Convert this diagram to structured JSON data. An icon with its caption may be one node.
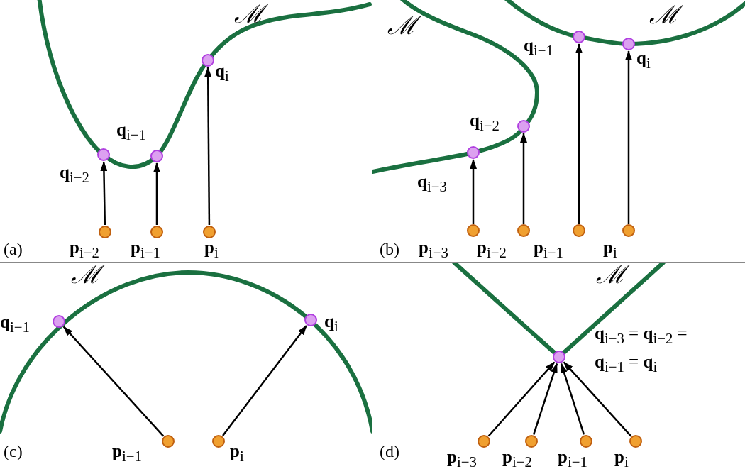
{
  "diagram": {
    "nodes": [
      {
        "text": [
          "ℳ",
          "(a)"
        ]
      },
      {
        "text": [],
        "shape": "circle",
        "in": 0,
        "beside": [
          "**p**$_{i−2}$"
        ]
      },
      {
        "text": [],
        "shape": "circle",
        "in": 0,
        "beside": [
          "**p**$_{i−1}$"
        ]
      },
      {
        "text": [],
        "shape": "circle",
        "in": 0,
        "beside": [
          "**p**$_{i}$"
        ]
      },
      {
        "text": [],
        "shape": "circle",
        "in": 0,
        "beside": [
          "**q**$_{i−2}$"
        ]
      },
      {
        "text": [],
        "shape": "circle",
        "in": 0,
        "beside": [
          "**q**$_{i−1}$"
        ]
      },
      {
        "text": [],
        "shape": "circle",
        "in": 0,
        "beside": [
          "**q**$_{i}$"
        ]
      },
      {
        "text": [
          "ℳ",
          "ℳ",
          "(b)"
        ]
      },
      {
        "text": [],
        "shape": "circle",
        "in": 7,
        "beside": [
          "**p**$_{i−3}$"
        ]
      },
      {
        "text": [],
        "shape": "circle",
        "in": 7,
        "beside": [
          "**p**$_{i−2}$"
        ]
      },
      {
        "text": [],
        "shape": "circle",
        "in": 7,
        "beside": [
          "**p**$_{i−1}$"
        ]
      },
      {
        "text": [],
        "shape": "circle",
        "in": 7,
        "beside": [
          "**p**$_{i}$"
        ]
      },
      {
        "text": [],
        "shape": "circle",
        "in": 7,
        "beside": [
          "**q**$_{i−3}$"
        ]
      },
      {
        "text": [],
        "shape": "circle",
        "in": 7,
        "beside": [
          "**q**$_{i−2}$"
        ]
      },
      {
        "text": [],
        "shape": "circle",
        "in": 7,
        "beside": [
          "**q**$_{i−1}$"
        ]
      },
      {
        "text": [],
        "shape": "circle",
        "in": 7,
        "beside": [
          "**q**$_{i}$"
        ]
      },
      {
        "text": [
          "ℳ",
          "(c)"
        ]
      },
      {
        "text": [],
        "shape": "circle",
        "in": 16,
        "beside": [
          "**p**$_{i−1}$"
        ]
      },
      {
        "text": [],
        "shape": "circle",
        "in": 16,
        "beside": [
          "**p**$_{i}$"
        ]
      },
      {
        "text": [],
        "shape": "circle",
        "in": 16,
        "beside": [
          "**q**$_{i−1}$"
        ]
      },
      {
        "text": [],
        "shape": "circle",
        "in": 16,
        "beside": [
          "**q**$_{i}$"
        ]
      },
      {
        "text": [
          "ℳ",
          "(d)"
        ]
      },
      {
        "text": [],
        "shape": "circle",
        "in": 21,
        "beside": [
          "**p**$_{i−3}$"
        ]
      },
      {
        "text": [],
        "shape": "circle",
        "in": 21,
        "beside": [
          "**p**$_{i−2}$"
        ]
      },
      {
        "text": [],
        "shape": "circle",
        "in": 21,
        "beside": [
          "**p**$_{i−1}$"
        ]
      },
      {
        "text": [],
        "shape": "circle",
        "in": 21,
        "beside": [
          "**p**$_{i}$"
        ]
      },
      {
        "text": [],
        "shape": "circle",
        "in": 21,
        "beside": [
          "**q**$_{i−3}$ = **q**$_{i−2}$ = **q**$_{i−1}$ = **q**$_{i}$"
        ]
      }
    ],
    "edges": [
      {
        "from": 1,
        "to": 4,
        "arrow": "to"
      },
      {
        "from": 2,
        "to": 5,
        "arrow": "to"
      },
      {
        "from": 3,
        "to": 6,
        "arrow": "to"
      },
      {
        "from": 8,
        "to": 12,
        "arrow": "to"
      },
      {
        "from": 9,
        "to": 13,
        "arrow": "to"
      },
      {
        "from": 10,
        "to": 14,
        "arrow": "to"
      },
      {
        "from": 11,
        "to": 15,
        "arrow": "to"
      },
      {
        "from": 17,
        "to": 19,
        "arrow": "to"
      },
      {
        "from": 18,
        "to": 20,
        "arrow": "to"
      },
      {
        "from": 22,
        "to": 26,
        "arrow": "to"
      },
      {
        "from": 23,
        "to": 26,
        "arrow": "to"
      },
      {
        "from": 24,
        "to": 26,
        "arrow": "to"
      },
      {
        "from": 25,
        "to": 26,
        "arrow": "to"
      }
    ]
  }
}
